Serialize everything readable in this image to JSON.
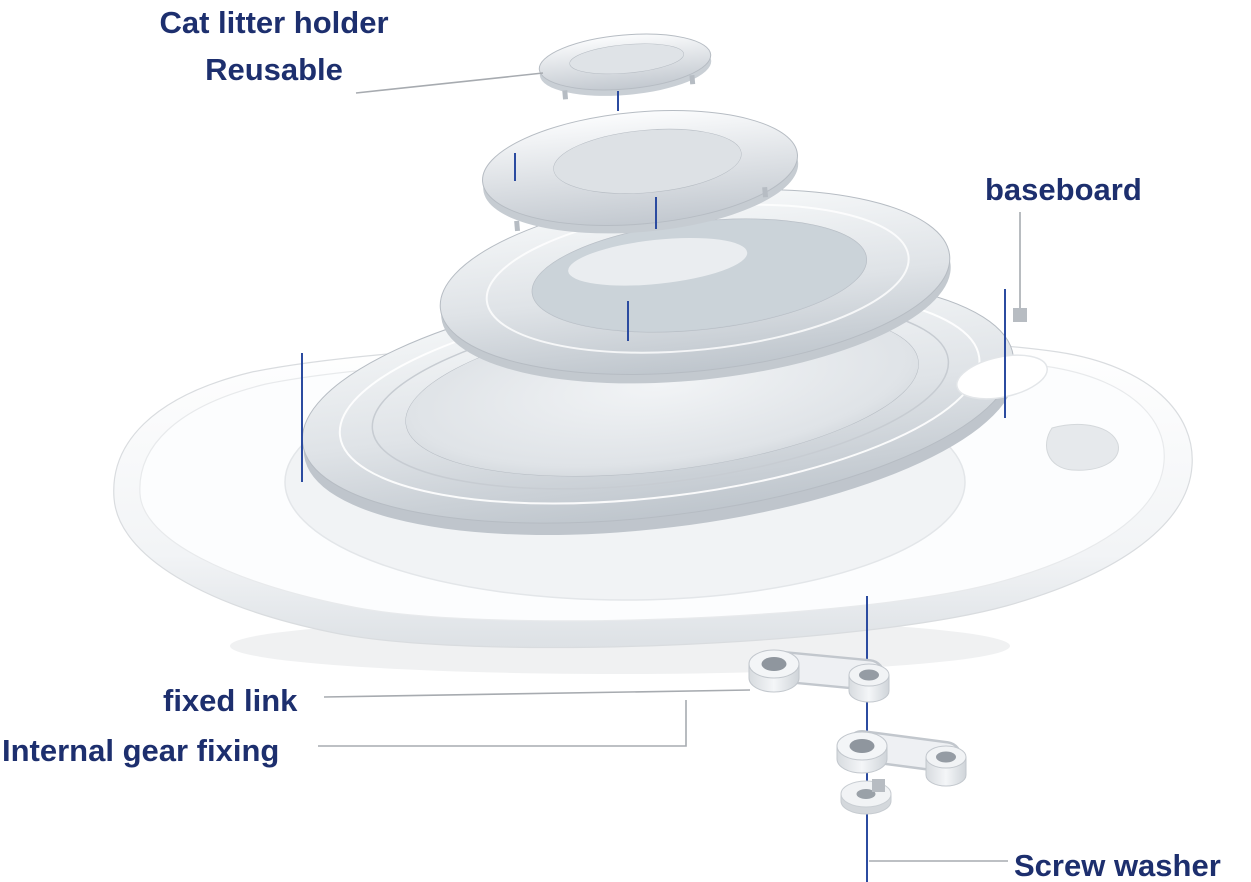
{
  "labels": {
    "holder_line1": "Cat litter holder",
    "holder_line2": "Reusable",
    "baseboard": "baseboard",
    "fixed_link": "fixed link",
    "internal_gear_fixing": "Internal gear fixing",
    "screw_washer": "Screw washer"
  },
  "colors": {
    "label_text": "#1d2f6e",
    "callout_line": "#a7abb0",
    "alignment_line": "#2b4ba0",
    "marker_square": "#b7bcc2",
    "plastic_light": "#f6f8f9",
    "plastic_dark": "#bfc6cd",
    "base_fill": "#ffffff"
  }
}
